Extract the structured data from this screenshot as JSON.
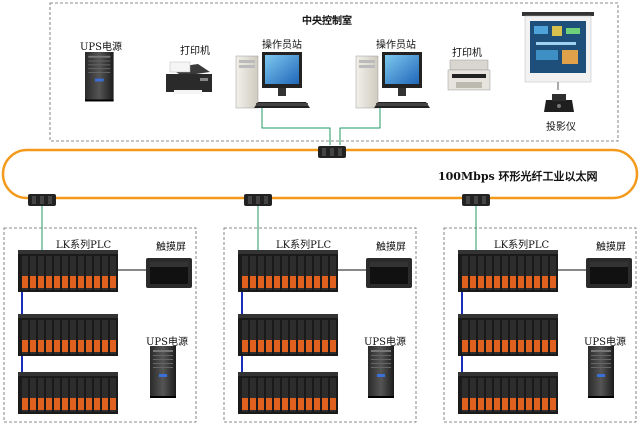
{
  "control_room": {
    "title": "中央控制室",
    "ups_label": "UPS电源",
    "printer_label_left": "打印机",
    "station_label_left": "操作员站",
    "station_label_right": "操作员站",
    "printer_label_right": "打印机",
    "projector_label": "投影仪"
  },
  "network": {
    "label": "100Mbps 环形光纤工业以太网",
    "ring_color": "#f39a1c"
  },
  "stations": [
    {
      "plc_label": "LK系列PLC",
      "touch_label": "触摸屏",
      "ups_label": "UPS电源"
    },
    {
      "plc_label": "LK系列PLC",
      "touch_label": "触摸屏",
      "ups_label": "UPS电源"
    },
    {
      "plc_label": "LK系列PLC",
      "touch_label": "触摸屏",
      "ups_label": "UPS电源"
    }
  ],
  "colors": {
    "ring": "#f39a1c",
    "ethernet_link": "#1f9a63",
    "bus_link": "#1b2fb8",
    "dashed_border": "#666666",
    "plc_module": "#e0601e"
  }
}
